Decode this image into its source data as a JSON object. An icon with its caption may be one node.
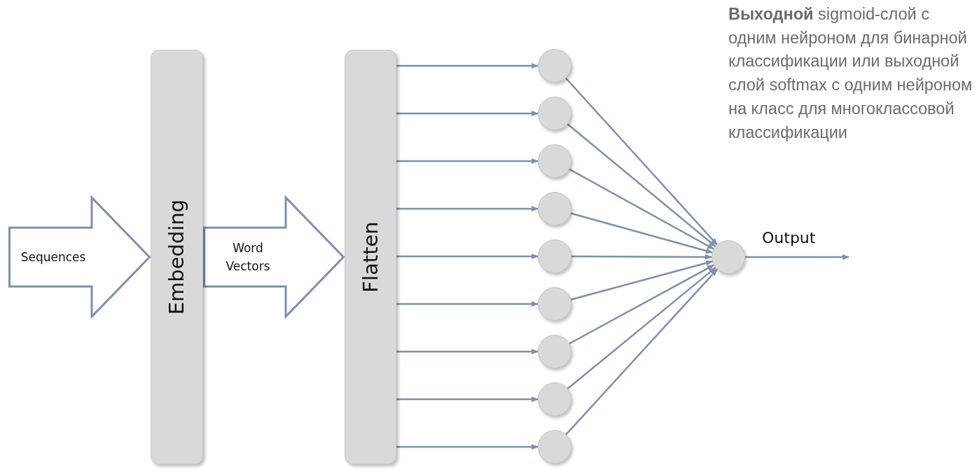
{
  "diagram": {
    "nodes": [
      {
        "text": [
          "Embedding"
        ]
      },
      {
        "text": [
          "Flatten"
        ]
      },
      {
        "text": [],
        "shape": "circle"
      },
      {
        "text": [],
        "shape": "circle"
      },
      {
        "text": [],
        "shape": "circle"
      },
      {
        "text": [],
        "shape": "circle"
      },
      {
        "text": [],
        "shape": "circle"
      },
      {
        "text": [],
        "shape": "circle"
      },
      {
        "text": [],
        "shape": "circle"
      },
      {
        "text": [],
        "shape": "circle"
      },
      {
        "text": [],
        "shape": "circle"
      },
      {
        "text": [],
        "shape": "circle"
      }
    ],
    "edges": [
      {
        "from": null,
        "to": 0,
        "arrow": "to",
        "label": "Sequences",
        "style": "thick"
      },
      {
        "from": 0,
        "to": 1,
        "arrow": "to",
        "label": "Word Vectors",
        "style": "thick"
      },
      {
        "from": 1,
        "to": 2,
        "arrow": "to"
      },
      {
        "from": 1,
        "to": 3,
        "arrow": "to"
      },
      {
        "from": 1,
        "to": 4,
        "arrow": "to"
      },
      {
        "from": 1,
        "to": 5,
        "arrow": "to"
      },
      {
        "from": 1,
        "to": 6,
        "arrow": "to"
      },
      {
        "from": 1,
        "to": 7,
        "arrow": "to"
      },
      {
        "from": 1,
        "to": 8,
        "arrow": "to"
      },
      {
        "from": 1,
        "to": 9,
        "arrow": "to"
      },
      {
        "from": 1,
        "to": 10,
        "arrow": "to"
      },
      {
        "from": 2,
        "to": 11,
        "arrow": "to"
      },
      {
        "from": 3,
        "to": 11,
        "arrow": "to"
      },
      {
        "from": 4,
        "to": 11,
        "arrow": "to"
      },
      {
        "from": 5,
        "to": 11,
        "arrow": "to"
      },
      {
        "from": 6,
        "to": 11,
        "arrow": "to"
      },
      {
        "from": 7,
        "to": 11,
        "arrow": "to"
      },
      {
        "from": 8,
        "to": 11,
        "arrow": "to"
      },
      {
        "from": 9,
        "to": 11,
        "arrow": "to"
      },
      {
        "from": 10,
        "to": 11,
        "arrow": "to"
      },
      {
        "from": 11,
        "to": null,
        "arrow": "to",
        "label": "Output"
      }
    ],
    "labels": [
      "**Выходной** sigmoid-слой с одним нейроном для бинарной классификации или выходной слой softmax с одним нейроном на класс для многоклассовой классификации"
    ]
  }
}
